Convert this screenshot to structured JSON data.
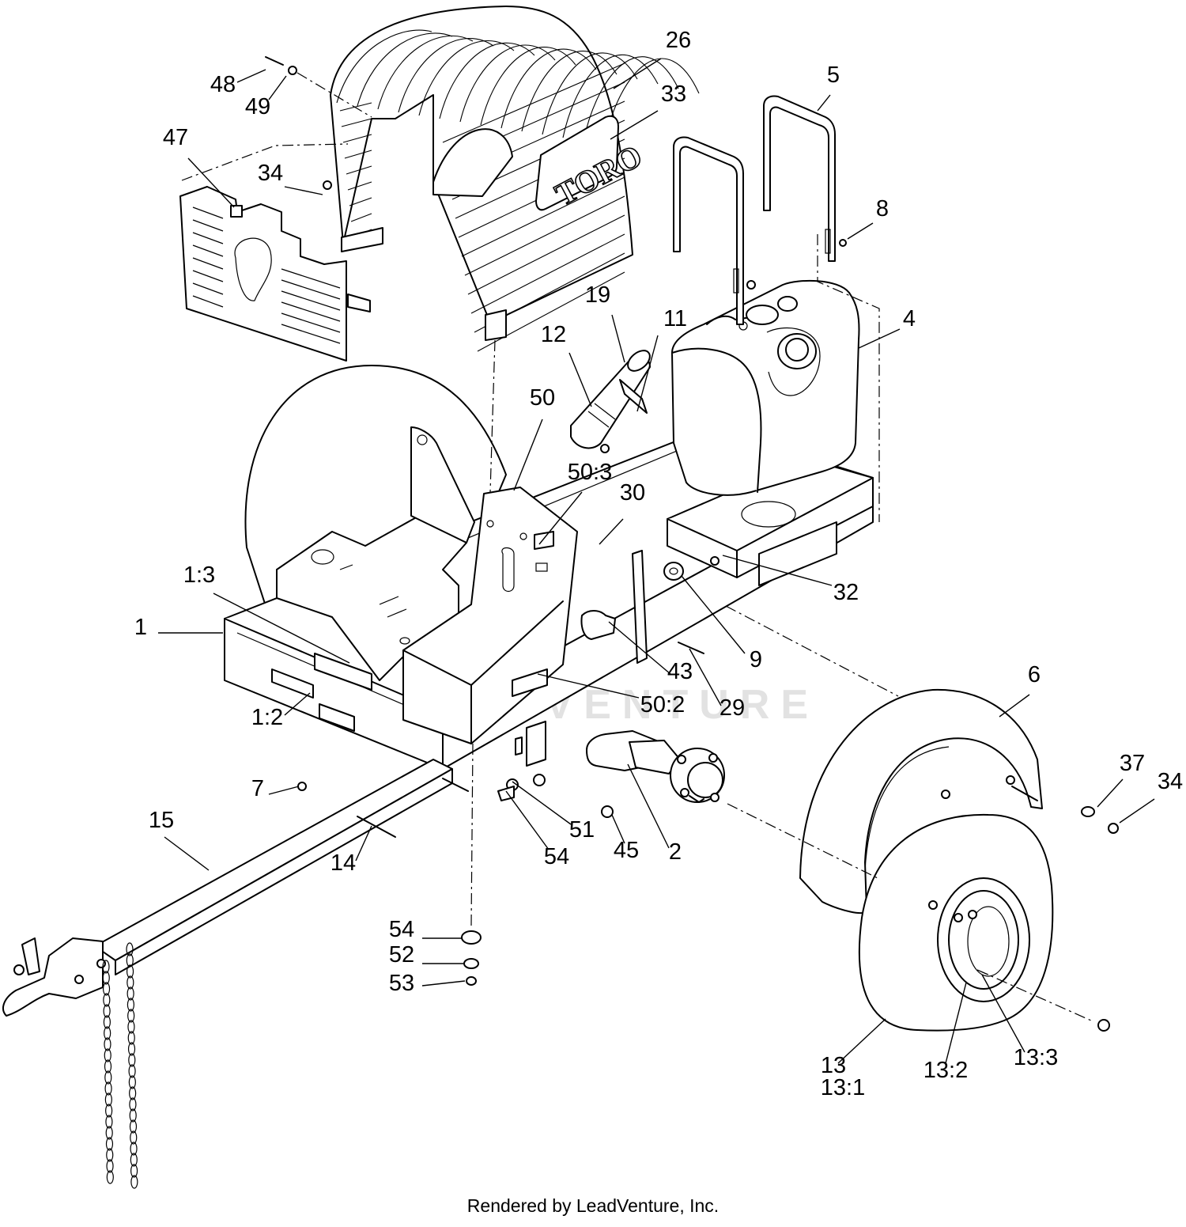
{
  "diagram": {
    "brand_logo": "TORO",
    "watermark": "LEADVENTURE",
    "footer": "Rendered by LeadVenture, Inc.",
    "callouts": [
      {
        "id": "c48",
        "label": "48"
      },
      {
        "id": "c49",
        "label": "49"
      },
      {
        "id": "c26",
        "label": "26"
      },
      {
        "id": "c33",
        "label": "33"
      },
      {
        "id": "c47",
        "label": "47"
      },
      {
        "id": "c34a",
        "label": "34"
      },
      {
        "id": "c5",
        "label": "5"
      },
      {
        "id": "c8",
        "label": "8"
      },
      {
        "id": "c19",
        "label": "19"
      },
      {
        "id": "c12",
        "label": "12"
      },
      {
        "id": "c11",
        "label": "11"
      },
      {
        "id": "c4",
        "label": "4"
      },
      {
        "id": "c50",
        "label": "50"
      },
      {
        "id": "c50_3",
        "label": "50:3"
      },
      {
        "id": "c30",
        "label": "30"
      },
      {
        "id": "c1_3",
        "label": "1:3"
      },
      {
        "id": "c32",
        "label": "32"
      },
      {
        "id": "c1",
        "label": "1"
      },
      {
        "id": "c9",
        "label": "9"
      },
      {
        "id": "c43",
        "label": "43"
      },
      {
        "id": "c50_2",
        "label": "50:2"
      },
      {
        "id": "c29",
        "label": "29"
      },
      {
        "id": "c6",
        "label": "6"
      },
      {
        "id": "c1_2",
        "label": "1:2"
      },
      {
        "id": "c37",
        "label": "37"
      },
      {
        "id": "c34b",
        "label": "34"
      },
      {
        "id": "c7",
        "label": "7"
      },
      {
        "id": "c51",
        "label": "51"
      },
      {
        "id": "c15",
        "label": "15"
      },
      {
        "id": "c54a",
        "label": "54"
      },
      {
        "id": "c45",
        "label": "45"
      },
      {
        "id": "c2",
        "label": "2"
      },
      {
        "id": "c14",
        "label": "14"
      },
      {
        "id": "c54b",
        "label": "54"
      },
      {
        "id": "c52",
        "label": "52"
      },
      {
        "id": "c53",
        "label": "53"
      },
      {
        "id": "c13",
        "label": "13"
      },
      {
        "id": "c13_1",
        "label": "13:1"
      },
      {
        "id": "c13_2",
        "label": "13:2"
      },
      {
        "id": "c13_3",
        "label": "13:3"
      }
    ]
  }
}
